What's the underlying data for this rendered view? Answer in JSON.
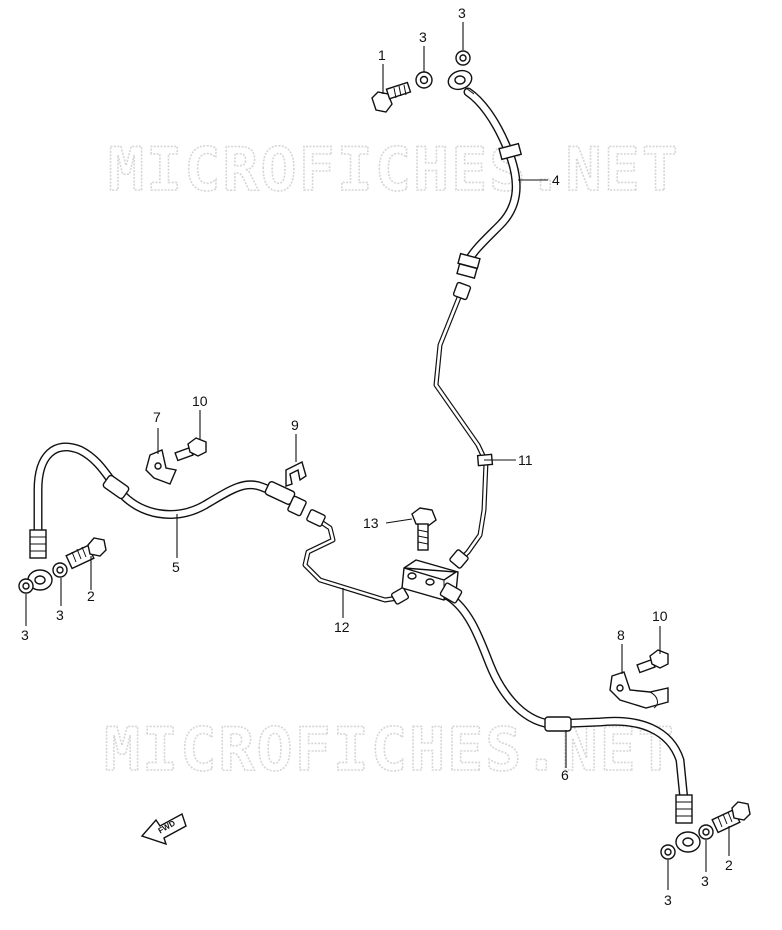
{
  "watermark": "MICROFICHES.NET",
  "fwd_label": "FWD",
  "callouts": [
    {
      "id": "c1",
      "label": "1"
    },
    {
      "id": "c3a",
      "label": "3"
    },
    {
      "id": "c3b",
      "label": "3"
    },
    {
      "id": "c4",
      "label": "4"
    },
    {
      "id": "c11",
      "label": "11"
    },
    {
      "id": "c7",
      "label": "7"
    },
    {
      "id": "c10a",
      "label": "10"
    },
    {
      "id": "c9",
      "label": "9"
    },
    {
      "id": "c13",
      "label": "13"
    },
    {
      "id": "c5",
      "label": "5"
    },
    {
      "id": "c2a",
      "label": "2"
    },
    {
      "id": "c3c",
      "label": "3"
    },
    {
      "id": "c3d",
      "label": "3"
    },
    {
      "id": "c12",
      "label": "12"
    },
    {
      "id": "c10b",
      "label": "10"
    },
    {
      "id": "c8",
      "label": "8"
    },
    {
      "id": "c6",
      "label": "6"
    },
    {
      "id": "c2b",
      "label": "2"
    },
    {
      "id": "c3e",
      "label": "3"
    },
    {
      "id": "c3f",
      "label": "3"
    }
  ]
}
